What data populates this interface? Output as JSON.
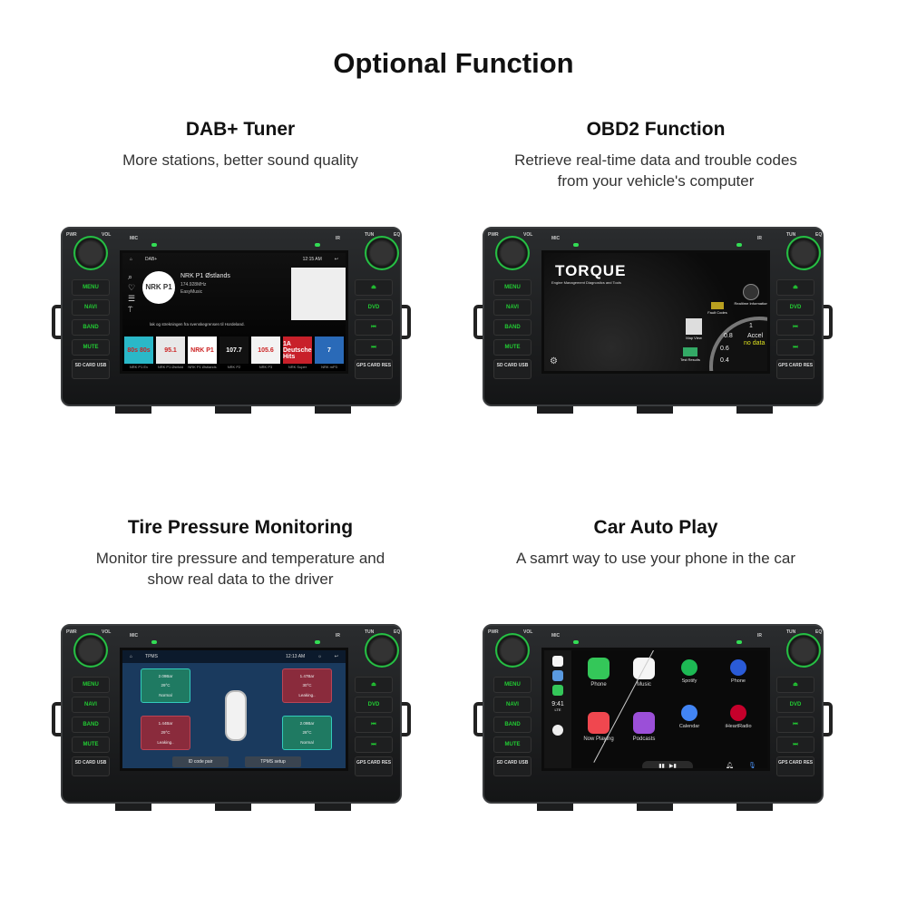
{
  "heading": "Optional Function",
  "sections": [
    {
      "title": "DAB+ Tuner",
      "desc": [
        "More stations, better sound quality"
      ]
    },
    {
      "title": "OBD2 Function",
      "desc": [
        "Retrieve real-time data and trouble codes",
        "from your vehicle's computer"
      ]
    },
    {
      "title": "Tire Pressure Monitoring",
      "desc": [
        "Monitor tire pressure and temperature and",
        "show real data to the driver"
      ]
    },
    {
      "title": "Car Auto Play",
      "desc": [
        "A samrt way to use your phone in the car"
      ]
    }
  ],
  "frame": {
    "pwr": "PWR",
    "vol": "VOL",
    "mic": "MIC",
    "ir": "IR",
    "tun": "TUN",
    "eq": "EQ",
    "left": [
      "MENU",
      "NAVI",
      "BAND",
      "MUTE"
    ],
    "sd": "SD CARD USB",
    "right": [
      "⏏",
      "DVD",
      "⏮",
      "⏭"
    ],
    "gps": "GPS CARD RES",
    "accent": "#2ecf4a"
  },
  "dab": {
    "source": "DAB+",
    "time": "12:15 AM",
    "station": "NRK P1 Østlands",
    "freq": "174.928MHz",
    "program": "EasyMusic",
    "ticker": "lak og strekningen fra svenskegrensen til Hordeland.",
    "tiles": [
      {
        "text": "80s 80s",
        "bg": "#2ab8c8",
        "cap": "NRK P1 Ev"
      },
      {
        "text": "95.1",
        "bg": "#e8e8e8",
        "cap": "NRK P1 Østfold"
      },
      {
        "text": "NRK P1",
        "bg": "#fff",
        "cap": "NRK P1 Østlands"
      },
      {
        "text": "107.7",
        "bg": "#111",
        "cap": "NRK P2"
      },
      {
        "text": "105.6",
        "bg": "#f3f3f3",
        "cap": "NRK P3"
      },
      {
        "text": "1A Deutsche Hits",
        "bg": "#c8202a",
        "cap": "NRK Super"
      },
      {
        "text": "7",
        "bg": "#2a6ab8",
        "cap": "NRK mP3"
      }
    ]
  },
  "obd": {
    "title": "TORQUE",
    "subtitle": "Engine Management Diagnostics and Tools",
    "items": [
      "Realtime Information",
      "Fault Codes",
      "Map View",
      "Test Results"
    ],
    "gauge": [
      "1",
      "0.8",
      "0.6",
      "0.4"
    ],
    "gauge_label": "Accel",
    "gauge_value": "no data"
  },
  "tpms": {
    "title": "TPMS",
    "time": "12:13 AM",
    "tires": [
      {
        "p": "2.09Bar",
        "t": "29°C",
        "s": "Normal",
        "ok": true
      },
      {
        "p": "1.47Bar",
        "t": "30°C",
        "s": "Leaking..",
        "ok": false
      },
      {
        "p": "1.44Bar",
        "t": "29°C",
        "s": "Leaking..",
        "ok": false
      },
      {
        "p": "2.09Bar",
        "t": "28°C",
        "s": "Normal",
        "ok": true
      }
    ],
    "pair": "ID code pair",
    "setup": "TPMS setup"
  },
  "carplay": {
    "time": "9:41",
    "net": "LTE",
    "apps": [
      {
        "n": "Phone",
        "c": "#34c759"
      },
      {
        "n": "Music",
        "c": "#f5f5f5"
      },
      {
        "n": "Now Playing",
        "c": "#f0474f"
      },
      {
        "n": "Podcasts",
        "c": "#9b4fd8"
      }
    ],
    "aa": [
      {
        "n": "Spotify",
        "c": "#1db954"
      },
      {
        "n": "Phone",
        "c": "#2a5bd7"
      },
      {
        "n": "Calendar",
        "c": "#4285f4"
      },
      {
        "n": "iHeartRadio",
        "c": "#c6002b"
      }
    ]
  }
}
